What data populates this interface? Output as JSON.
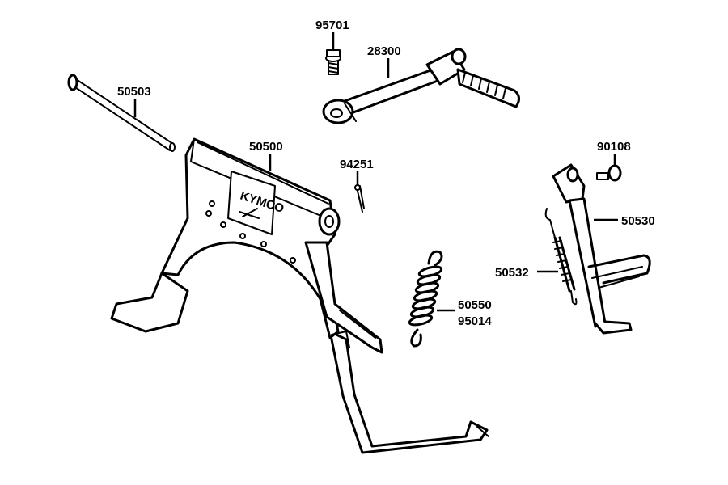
{
  "parts": [
    {
      "id": "p95701",
      "number": "95701"
    },
    {
      "id": "p28300",
      "number": "28300"
    },
    {
      "id": "p50503",
      "number": "50503"
    },
    {
      "id": "p50500",
      "number": "50500"
    },
    {
      "id": "p94251",
      "number": "94251"
    },
    {
      "id": "p90108",
      "number": "90108"
    },
    {
      "id": "p50530",
      "number": "50530"
    },
    {
      "id": "p50532",
      "number": "50532"
    },
    {
      "id": "p50550",
      "number": "50550"
    },
    {
      "id": "p95014",
      "number": "95014"
    }
  ],
  "stand_branding": {
    "logo_text": "KYMCO"
  }
}
